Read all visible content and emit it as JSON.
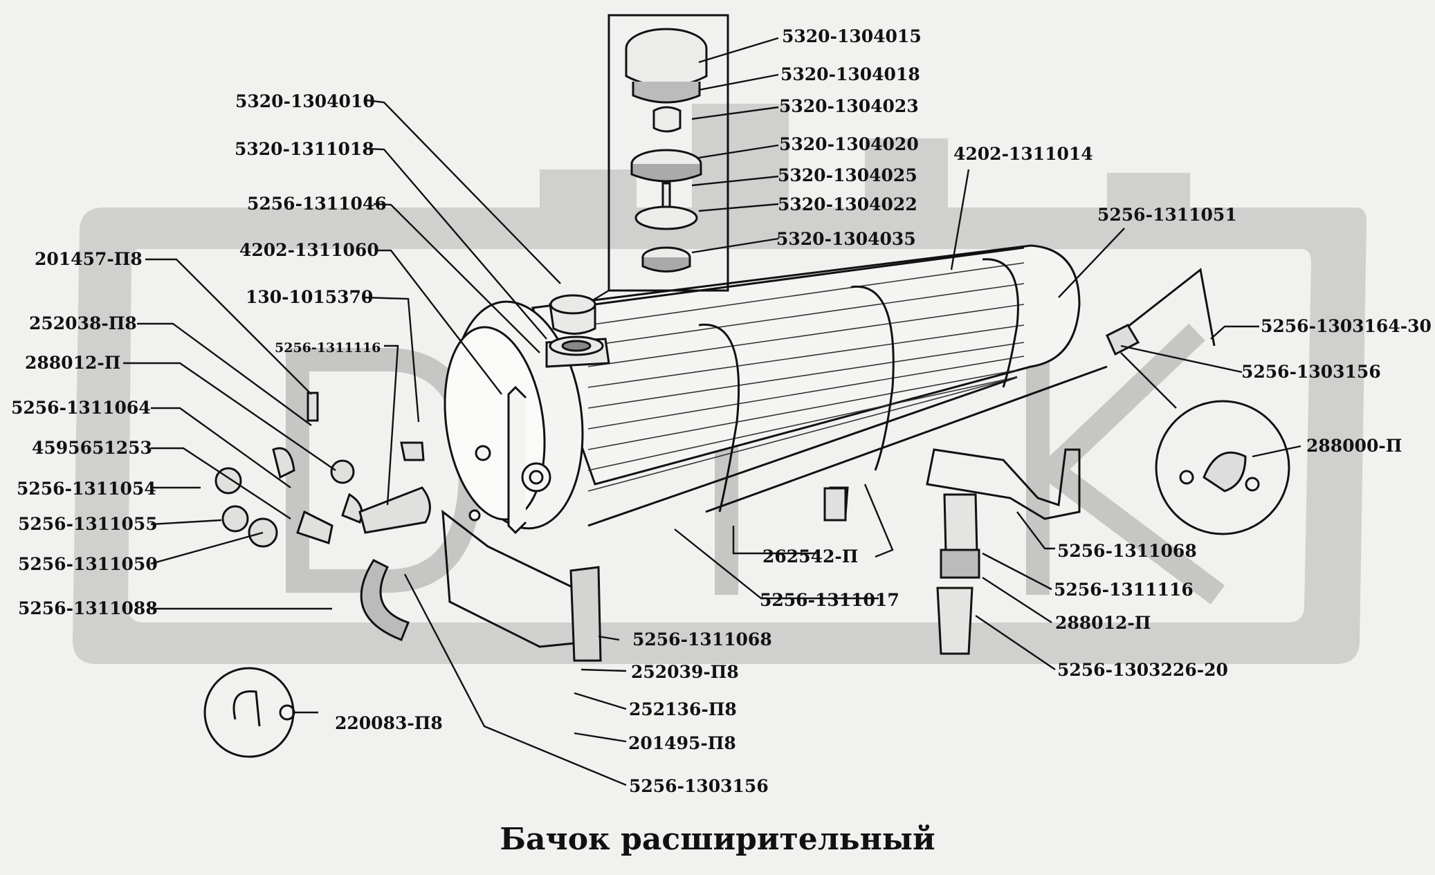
{
  "title": "Бачок расширительный",
  "watermark": "DTK",
  "colors": {
    "ink": "#111111",
    "watermark": "#cdcdcb",
    "background": "#f1f1ef"
  },
  "labels": {
    "p5320_1304015": "5320-1304015",
    "p5320_1304018": "5320-1304018",
    "p5320_1304023": "5320-1304023",
    "p5320_1304020": "5320-1304020",
    "p5320_1304025": "5320-1304025",
    "p5320_1304022": "5320-1304022",
    "p5320_1304035": "5320-1304035",
    "p5320_1304010": "5320-1304010",
    "p5320_1311018": "5320-1311018",
    "p5256_1311046": "5256-1311046",
    "p4202_1311060": "4202-1311060",
    "p130_1015370": "130-1015370",
    "p5256_1311116_a": "5256-1311116",
    "p201457_P8": "201457-П8",
    "p252038_P8": "252038-П8",
    "p288012_P_a": "288012-П",
    "p5256_1311064": "5256-1311064",
    "p4595651253": "4595651253",
    "p5256_1311054": "5256-1311054",
    "p5256_1311055": "5256-1311055",
    "p5256_1311050": "5256-1311050",
    "p5256_1311088": "5256-1311088",
    "p220083_P8": "220083-П8",
    "p4202_1311014": "4202-1311014",
    "p5256_1311051": "5256-1311051",
    "p5256_1303164_30": "5256-1303164-30",
    "p5256_1303156_a": "5256-1303156",
    "p288000_P": "288000-П",
    "p262542_P": "262542-П",
    "p5256_1311017": "5256-1311017",
    "p5256_1311068_a": "5256-1311068",
    "p5256_1311116_b": "5256-1311116",
    "p288012_P_b": "288012-П",
    "p5256_1303226_20": "5256-1303226-20",
    "p5256_1311068_b": "5256-1311068",
    "p252039_P8": "252039-П8",
    "p252136_P8": "252136-П8",
    "p201495_P8": "201495-П8",
    "p5256_1303156_b": "5256-1303156"
  }
}
